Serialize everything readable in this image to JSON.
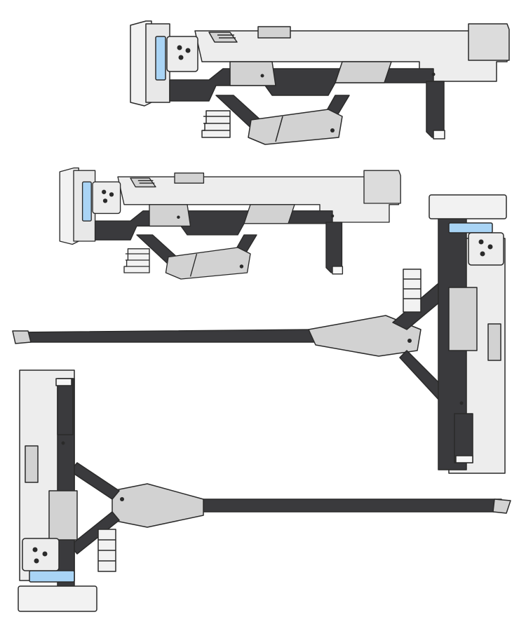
{
  "palette": {
    "background": "#ffffff",
    "outline": "#2a2a2a",
    "light_body": "#ededed",
    "mid_panel": "#d2d2d2",
    "dark_frame": "#3a3a3d",
    "accent_blue": "#a9d4f5",
    "trim_white": "#f7f7f7"
  },
  "views": [
    {
      "id": "view-top",
      "label": "",
      "orientation": "right"
    },
    {
      "id": "view-middle",
      "label": "",
      "orientation": "right"
    },
    {
      "id": "view-vertical",
      "label": "",
      "orientation": "rotated-90"
    },
    {
      "id": "view-bottom",
      "label": "",
      "orientation": "rotated-minus-90"
    }
  ]
}
